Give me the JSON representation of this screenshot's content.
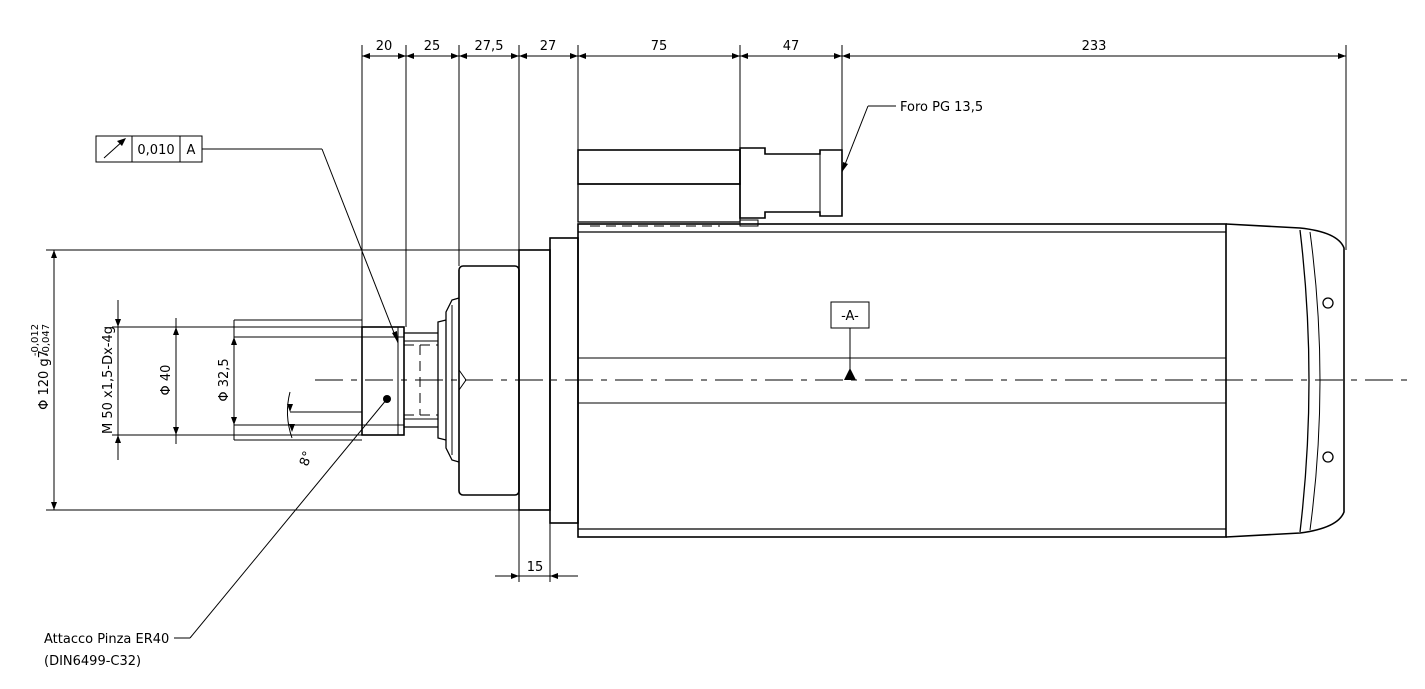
{
  "top_dimensions": [
    "20",
    "25",
    "27,5",
    "27",
    "75",
    "47",
    "233"
  ],
  "bottom_dimension": "15",
  "callouts": {
    "foro": "Foro PG 13,5",
    "attacco_line1": "Attacco Pinza ER40",
    "attacco_line2": "(DIN6499-C32)"
  },
  "datum": "-A-",
  "tolerance_frame": {
    "value": "0,010",
    "datum_ref": "A",
    "symbol": "runout-arrow-icon"
  },
  "left_dimensions": {
    "diameter_120": "Φ 120 g7",
    "tolerance_upper": "-0,012",
    "tolerance_lower": "-0,047",
    "thread": "M 50 x1,5-Dx-4g",
    "diameter_40": "Φ 40",
    "diameter_32_5": "Φ 32,5",
    "angle": "8°"
  }
}
